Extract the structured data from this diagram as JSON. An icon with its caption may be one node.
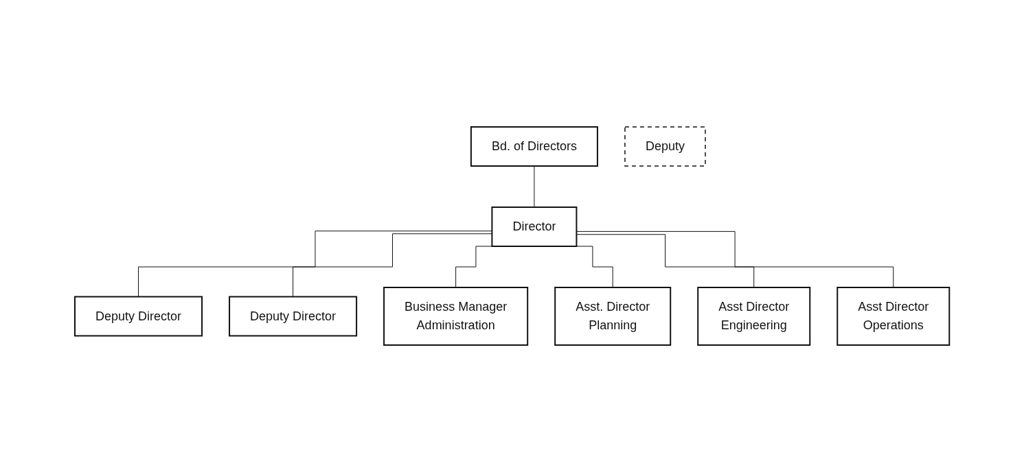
{
  "diagram": {
    "nodes": [
      {
        "text": [
          "Bd. of Directors"
        ]
      },
      {
        "text": [
          "Director"
        ]
      },
      {
        "text": [
          "Deputy"
        ]
      },
      {
        "text": [
          "Deputy Director"
        ]
      },
      {
        "text": [
          "Deputy Director"
        ]
      },
      {
        "text": [
          "Business Manager",
          "Administration"
        ]
      },
      {
        "text": [
          "Asst. Director",
          "Planning"
        ]
      },
      {
        "text": [
          "Asst Director",
          "Engineering"
        ]
      },
      {
        "text": [
          "Asst Director",
          "Operations"
        ]
      }
    ],
    "edges": [
      {
        "from": 0,
        "to": 1,
        "arrow": "none"
      },
      {
        "from": 1,
        "to": 3,
        "arrow": "none"
      },
      {
        "from": 1,
        "to": 4,
        "arrow": "none"
      },
      {
        "from": 1,
        "to": 5,
        "arrow": "none"
      },
      {
        "from": 1,
        "to": 6,
        "arrow": "none"
      },
      {
        "from": 1,
        "to": 7,
        "arrow": "none"
      },
      {
        "from": 1,
        "to": 8,
        "arrow": "none"
      }
    ]
  }
}
